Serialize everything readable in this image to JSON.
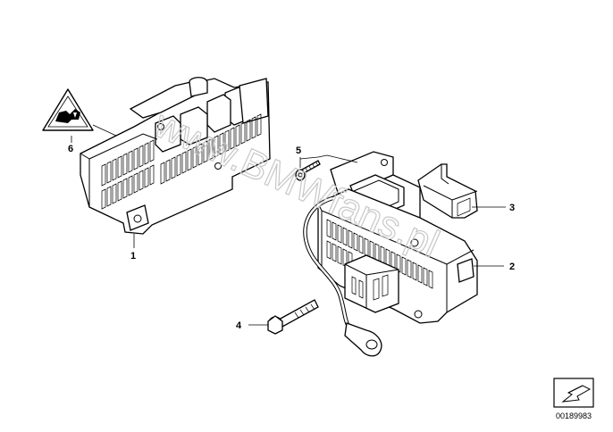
{
  "diagram": {
    "callouts": [
      {
        "id": "1",
        "label": "1"
      },
      {
        "id": "2",
        "label": "2"
      },
      {
        "id": "3",
        "label": "3"
      },
      {
        "id": "4",
        "label": "4"
      },
      {
        "id": "5",
        "label": "5"
      },
      {
        "id": "6",
        "label": "6"
      }
    ],
    "watermark": "www.BMWfans.pl",
    "diagram_number": "00189983",
    "warning_label_icon": "hazard-triangle-icon",
    "nav_icon": "arrow-next-icon"
  }
}
